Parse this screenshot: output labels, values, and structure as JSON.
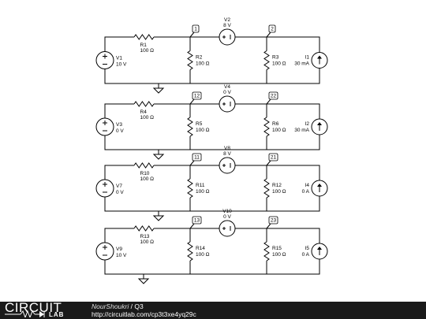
{
  "footer": {
    "logo_top": "CIRCUIT",
    "logo_bottom": "LAB",
    "author": "NourShoukri",
    "separator": "/",
    "title": "Q3",
    "url": "http://circuitlab.com/cp3t3xe4yq29c"
  },
  "colors": {
    "wire": "#000000",
    "footer_bg": "#1a1a1a",
    "text": "#000000"
  },
  "rows": [
    {
      "vleft": {
        "name": "V1",
        "value": "10 V"
      },
      "rseries": {
        "name": "R1",
        "value": "100 Ω"
      },
      "node_a": "1",
      "vmid": {
        "name": "V2",
        "value": "8 V"
      },
      "node_b": "2",
      "ra": {
        "name": "R2",
        "value": "100 Ω"
      },
      "rb": {
        "name": "R3",
        "value": "100 Ω"
      },
      "isrc": {
        "name": "I1",
        "value": "30 mA"
      }
    },
    {
      "vleft": {
        "name": "V3",
        "value": "0 V"
      },
      "rseries": {
        "name": "R4",
        "value": "100 Ω"
      },
      "node_a": "12",
      "vmid": {
        "name": "V4",
        "value": "0 V"
      },
      "node_b": "22",
      "ra": {
        "name": "R5",
        "value": "100 Ω"
      },
      "rb": {
        "name": "R6",
        "value": "100 Ω"
      },
      "isrc": {
        "name": "I2",
        "value": "30 mA"
      }
    },
    {
      "vleft": {
        "name": "V7",
        "value": "0 V"
      },
      "rseries": {
        "name": "R10",
        "value": "100 Ω"
      },
      "node_a": "11",
      "vmid": {
        "name": "V8",
        "value": "8 V"
      },
      "node_b": "21",
      "ra": {
        "name": "R11",
        "value": "100 Ω"
      },
      "rb": {
        "name": "R12",
        "value": "100 Ω"
      },
      "isrc": {
        "name": "I4",
        "value": "0 A"
      }
    },
    {
      "vleft": {
        "name": "V9",
        "value": "10 V"
      },
      "rseries": {
        "name": "R13",
        "value": "100 Ω"
      },
      "node_a": "13",
      "vmid": {
        "name": "V10",
        "value": "0 V"
      },
      "node_b": "23",
      "ra": {
        "name": "R14",
        "value": "100 Ω"
      },
      "rb": {
        "name": "R15",
        "value": "100 Ω"
      },
      "isrc": {
        "name": "I5",
        "value": "0 A"
      }
    }
  ]
}
